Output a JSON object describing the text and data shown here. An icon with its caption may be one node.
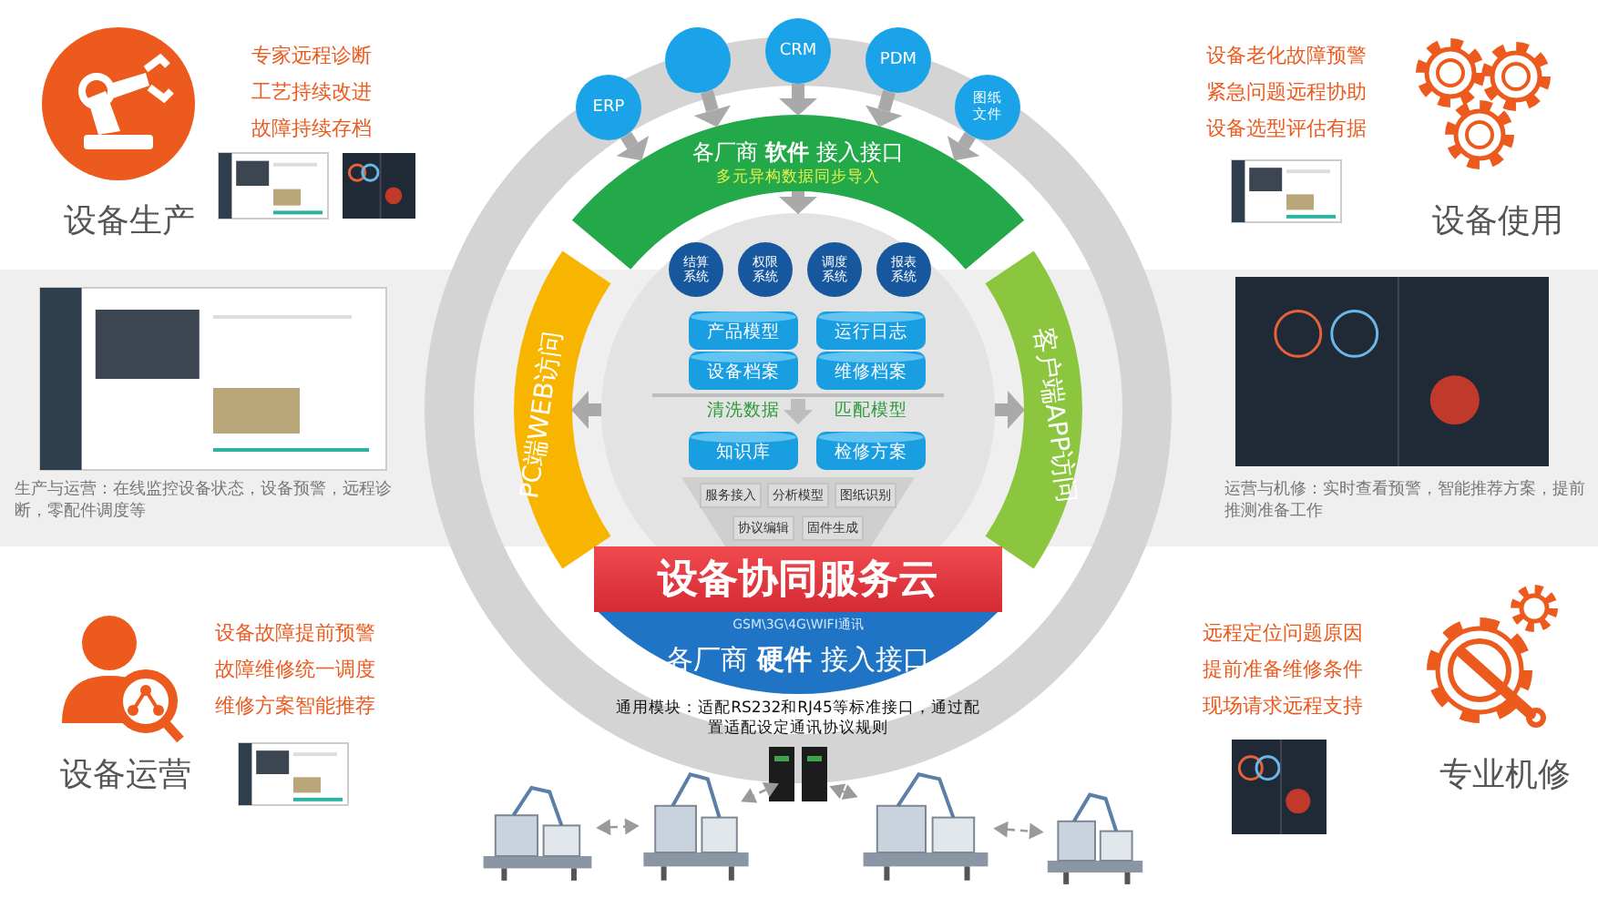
{
  "diagram": {
    "nodes": [
      {
        "text": [
          "ERP"
        ]
      },
      {
        "text": [],
        "shape": "circle"
      },
      {
        "text": [
          "CRM"
        ]
      },
      {
        "text": [
          "PDM"
        ]
      },
      {
        "text": [
          "图纸文件"
        ]
      },
      {
        "text": [
          "各厂商 **软件** 接入接口",
          "多元异构数据同步导入"
        ]
      },
      {
        "text": [],
        "shape": "circle"
      },
      {
        "text": [
          "结算系统"
        ],
        "in": 6
      },
      {
        "text": [
          "权限系统"
        ],
        "in": 6
      },
      {
        "text": [
          "调度系统"
        ],
        "in": 6
      },
      {
        "text": [
          "报表系统"
        ],
        "in": 6
      },
      {
        "text": [
          "产品模型",
          "设备档案"
        ],
        "in": 6
      },
      {
        "text": [
          "运行日志",
          "维修档案"
        ],
        "in": 6
      },
      {
        "text": [
          "知识库"
        ],
        "beside": [
          "清洗数据"
        ],
        "in": 6
      },
      {
        "text": [
          "检修方案"
        ],
        "beside": [
          "匹配模型"
        ],
        "in": 6
      },
      {
        "text": [
          "服务接入"
        ],
        "in": 6
      },
      {
        "text": [
          "分析模型"
        ],
        "in": 6
      },
      {
        "text": [
          "图纸识别"
        ],
        "in": 6
      },
      {
        "text": [
          "协议编辑"
        ],
        "in": 6
      },
      {
        "text": [
          "固件生成"
        ],
        "in": 6
      },
      {
        "text": [
          "PC端WEB访问"
        ]
      },
      {
        "text": [
          "客户端APP访问"
        ]
      },
      {
        "text": [
          "设备协同服务云"
        ]
      },
      {
        "text": [
          "GSM\\3G\\4G\\WIFI通讯",
          "各厂商 **硬件** 接入接口"
        ]
      },
      {
        "text": [],
        "shape": "picture",
        "beside": [
          "通用模块：适配RS232和RJ45等标准接口，通过配置适配设定通讯协议规则"
        ]
      },
      {
        "text": [],
        "shape": "picture"
      },
      {
        "text": [],
        "shape": "picture"
      },
      {
        "text": [],
        "shape": "picture"
      },
      {
        "text": [],
        "shape": "picture"
      }
    ],
    "edges": [
      {
        "from": 0,
        "to": 5,
        "arrow": "to"
      },
      {
        "from": 1,
        "to": 5,
        "arrow": "to"
      },
      {
        "from": 2,
        "to": 5,
        "arrow": "to"
      },
      {
        "from": 3,
        "to": 5,
        "arrow": "to"
      },
      {
        "from": 4,
        "to": 5,
        "arrow": "to"
      },
      {
        "from": 5,
        "to": 6,
        "arrow": "to"
      },
      {
        "from": 6,
        "to": 20,
        "arrow": "to"
      },
      {
        "from": 6,
        "to": 21,
        "arrow": "to"
      },
      {
        "from": 25,
        "to": 26,
        "arrow": "both",
        "style": "dashed"
      },
      {
        "from": 26,
        "to": 24,
        "arrow": "both",
        "style": "dashed"
      },
      {
        "from": 24,
        "to": 27,
        "arrow": "both",
        "style": "dashed"
      },
      {
        "from": 27,
        "to": 28,
        "arrow": "both",
        "style": "dashed"
      }
    ],
    "labels": [
      "专家远程诊断",
      "工艺持续改进",
      "故障持续存档",
      "设备老化故障预警",
      "紧急问题远程协助",
      "设备选型评估有据",
      "设备生产",
      "设备使用",
      "生产与运营：在线监控设备状态，设备预警，远程诊断，零配件调度等",
      "运营与机修：实时查看预警，智能推荐方案，提前推测准备工作",
      "设备故障提前预警",
      "故障维修统一调度",
      "维修方案智能推荐",
      "远程定位问题原因",
      "提前准备维修条件",
      "现场请求远程支持",
      "设备运营",
      "专业机修"
    ]
  }
}
